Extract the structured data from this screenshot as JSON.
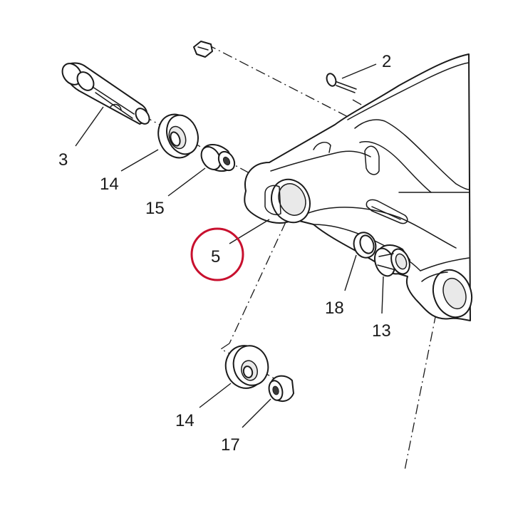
{
  "diagram": {
    "callouts": {
      "c2": "2",
      "c3": "3",
      "c14a": "14",
      "c15": "15",
      "c5": "5",
      "c18": "18",
      "c13": "13",
      "c14b": "14",
      "c17": "17"
    },
    "highlighted_callout": "5",
    "colors": {
      "line": "#1a1a1a",
      "highlight": "#c8102e",
      "background": "#ffffff"
    }
  }
}
